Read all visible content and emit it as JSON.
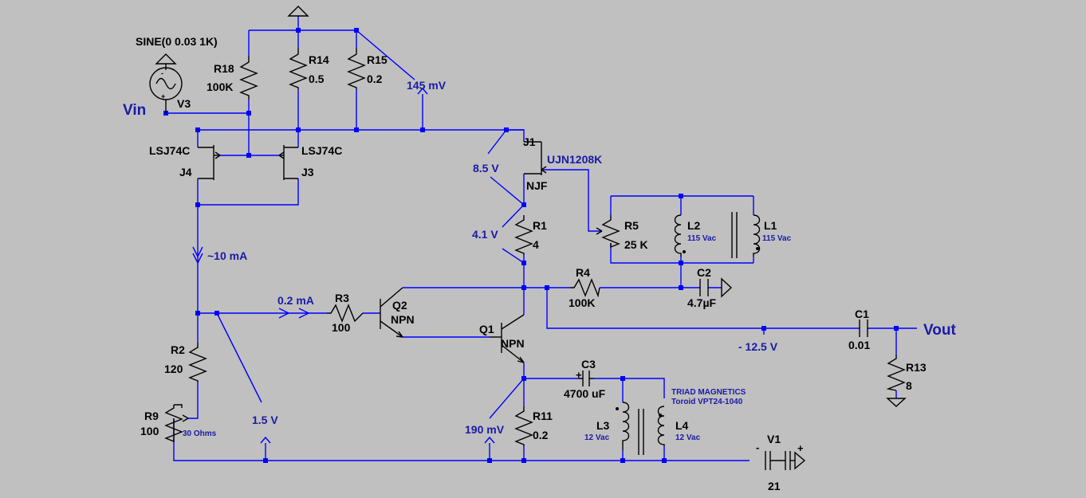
{
  "source": {
    "directive": "SINE(0 0.03 1K)",
    "name": "V3",
    "net_in": "Vin"
  },
  "net_out": "Vout",
  "resistors": {
    "R18": {
      "name": "R18",
      "value": "100K"
    },
    "R14": {
      "name": "R14",
      "value": "0.5"
    },
    "R15": {
      "name": "R15",
      "value": "0.2"
    },
    "R1": {
      "name": "R1",
      "value": "4"
    },
    "R3": {
      "name": "R3",
      "value": "100"
    },
    "R4": {
      "name": "R4",
      "value": "100K"
    },
    "R2": {
      "name": "R2",
      "value": "120"
    },
    "R9": {
      "name": "R9",
      "value": "100",
      "note": "30 Ohms"
    },
    "R11": {
      "name": "R11",
      "value": "0.2"
    },
    "R13": {
      "name": "R13",
      "value": "8"
    },
    "R5": {
      "name": "R5",
      "value": "25 K"
    }
  },
  "jfets": {
    "J4": {
      "name": "J4",
      "model": "LSJ74C"
    },
    "J3": {
      "name": "J3",
      "model": "LSJ74C"
    },
    "J1": {
      "name": "J1",
      "model": "UJN1208K",
      "type": "NJF"
    }
  },
  "bjts": {
    "Q2": {
      "name": "Q2",
      "type": "NPN"
    },
    "Q1": {
      "name": "Q1",
      "type": "NPN"
    }
  },
  "capacitors": {
    "C1": {
      "name": "C1",
      "value": "0.01"
    },
    "C2": {
      "name": "C2",
      "value": "4.7µF"
    },
    "C3": {
      "name": "C3",
      "value": "4700 uF"
    }
  },
  "inductors": {
    "L1": {
      "name": "L1",
      "value": "115 Vac"
    },
    "L2": {
      "name": "L2",
      "value": "115 Vac"
    },
    "L3": {
      "name": "L3",
      "value": "12 Vac"
    },
    "L4": {
      "name": "L4",
      "value": "12 Vac"
    }
  },
  "transformer_note": {
    "line1": "TRIAD MAGNETICS",
    "line2": "Toroid VPT24-1040"
  },
  "battery": {
    "name": "V1",
    "value": "21"
  },
  "annotations": {
    "v145": "145 mV",
    "v85": "8.5 V",
    "v41": "4.1 V",
    "i10": "~10 mA",
    "i02": "0.2 mA",
    "v15": "1.5 V",
    "vneg": "- 12.5 V",
    "v190": "190 mV"
  },
  "colors": {
    "background": "#c0c0c0",
    "wire": "#0000ff",
    "component": "#000000",
    "annotation": "#1a1aa6"
  }
}
